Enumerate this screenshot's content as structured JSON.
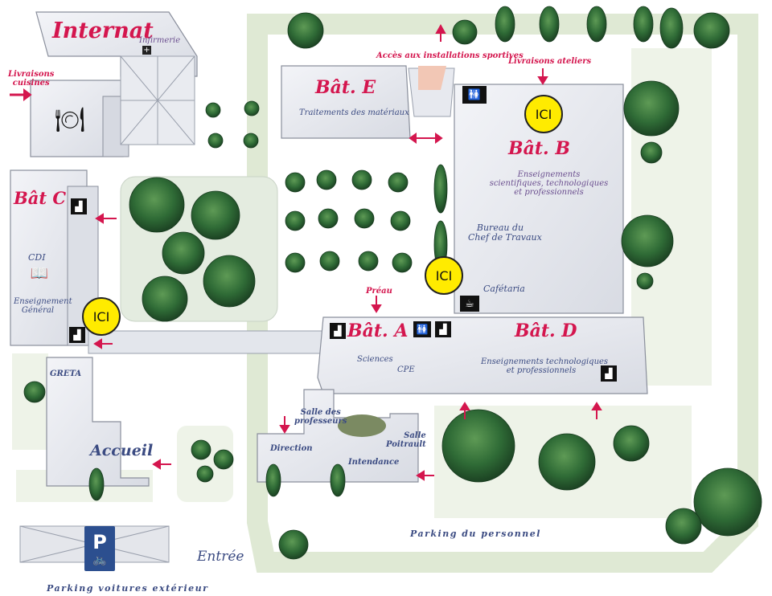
{
  "buildings": {
    "internat": "Internat",
    "bat_e": "Bât. E",
    "bat_b": "Bât. B",
    "bat_c": "Bât C",
    "bat_a": "Bât. A",
    "bat_d": "Bât. D",
    "accueil": "Accueil"
  },
  "rooms": {
    "infirmerie": "Infirmerie",
    "traitements": "Traitements des matériaux",
    "bat_b_desc_1": "Enseignements",
    "bat_b_desc_2": "scientifiques, technologiques",
    "bat_b_desc_3": "et professionnels",
    "bureau_1": "Bureau du",
    "bureau_2": "Chef de Travaux",
    "cafetaria": "Cafétaria",
    "cdi": "CDI",
    "enseignement_1": "Enseignement",
    "enseignement_2": "Général",
    "greta": "GRETA",
    "sciences": "Sciences",
    "cpe": "CPE",
    "bat_d_desc_1": "Enseignements technologiques",
    "bat_d_desc_2": "et professionnels",
    "salle_prof_1": "Salle des",
    "salle_prof_2": "professeurs",
    "salle_poit_1": "Salle",
    "salle_poit_2": "Poitrault",
    "direction": "Direction",
    "intendance": "Intendance"
  },
  "annotations": {
    "livraisons_cuisines_1": "Livraisons",
    "livraisons_cuisines_2": "cuisines",
    "acces_sportives": "Accès aux installations sportives",
    "livraisons_ateliers": "Livraisons ateliers",
    "preau": "Préau"
  },
  "parking": {
    "personnel": "Parking du personnel",
    "exterieur": "Parking voitures extérieur",
    "p_sign": "P"
  },
  "entree": "Entrée",
  "markers": {
    "ici_1": "ICI",
    "ici_2": "ICI",
    "ici_3": "ICI"
  },
  "icons": [
    "toilets-icon",
    "stairs-icon",
    "coffee-cup-icon",
    "book-icon",
    "plate-cutlery-icon",
    "first-aid-cross-icon",
    "parking-icon",
    "bicycle-icon"
  ],
  "colors": {
    "building_label": "#d4164e",
    "room_label": "#3b4b82",
    "marker": "#ffeb00",
    "arrow": "#d4164e",
    "lawn": "#dfe9d4"
  }
}
